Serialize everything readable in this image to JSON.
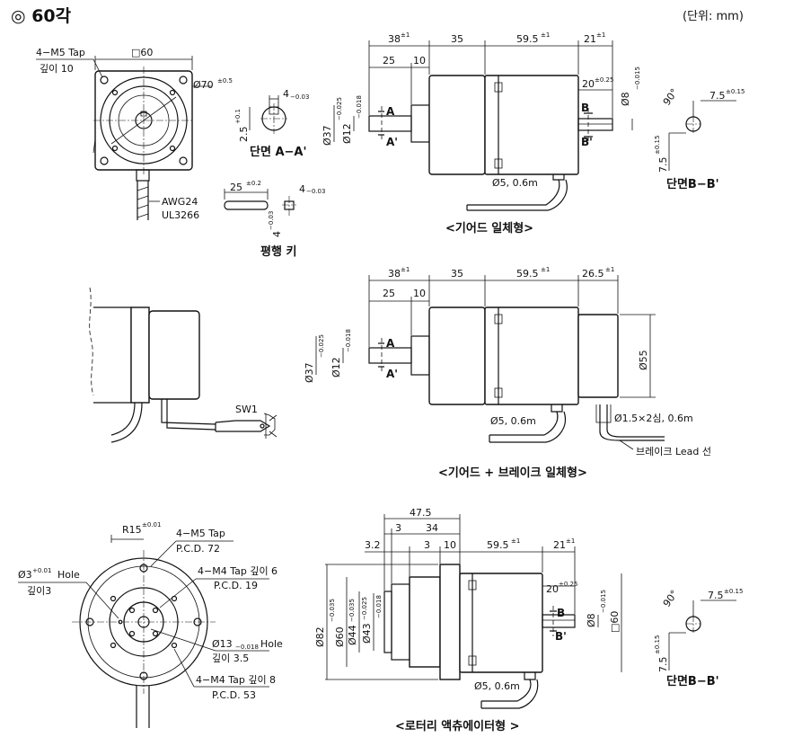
{
  "header": {
    "title": "◎ 60각",
    "unit": "(단위: mm)"
  },
  "geared": {
    "front": {
      "tap": "4−M5 Tap",
      "tap_depth": "깊이 10",
      "square": "□60",
      "pcd": "Ø70",
      "pcd_tol": "±0.5"
    },
    "key_section": {
      "width": "4",
      "width_tol": "−0.03",
      "height": "2.5",
      "height_tol": "+0.1",
      "caption": "단면 A−A'"
    },
    "cable": {
      "awg": "AWG24",
      "ul": "UL3266"
    },
    "parallel_key": {
      "length": "25",
      "length_tol": "±0.2",
      "width": "4",
      "width_tol": "−0.03",
      "height": "4",
      "height_tol": "−0.03",
      "caption": "평행 키"
    },
    "side": {
      "d38": "38",
      "d38_tol": "±1",
      "d35": "35",
      "d59": "59.5",
      "d59_tol": "±1",
      "d21": "21",
      "d21_tol": "±1",
      "d25": "25",
      "d10": "10",
      "d20": "20",
      "d20_tol": "±0.25",
      "d8": "Ø8",
      "d8_tol": "−0.015",
      "d37": "Ø37",
      "d37_tol": "−0.025",
      "d12": "Ø12",
      "d12_tol": "−0.018",
      "mark_a": "A",
      "mark_a2": "A'",
      "mark_b": "B",
      "mark_b2": "B'",
      "cable": "Ø5, 0.6m"
    },
    "section_b": {
      "angle": "90°",
      "d75": "7.5",
      "d75_tol": "±0.15",
      "v75": "7.5",
      "v75_tol": "±0.15",
      "caption": "단면B−B'"
    },
    "caption": "<기어드 일체형>"
  },
  "brake": {
    "switch_label": "SW1",
    "side": {
      "d38": "38",
      "d38_tol": "±1",
      "d35": "35",
      "d59": "59.5",
      "d59_tol": "±1",
      "d26": "26.5",
      "d26_tol": "±1",
      "d25": "25",
      "d10": "10",
      "d37": "Ø37",
      "d37_tol": "−0.025",
      "d12": "Ø12",
      "d12_tol": "−0.018",
      "d55": "Ø55",
      "mark_a": "A",
      "mark_a2": "A'",
      "cable": "Ø5, 0.6m",
      "brake_cable": "Ø1.5×2심, 0.6m",
      "lead": "브레이크 Lead 선"
    },
    "caption": "<기어드 + 브레이크 일체형>"
  },
  "rotary": {
    "front": {
      "r15": "R15",
      "r15_tol": "±0.01",
      "tap1": "4−M5 Tap",
      "pcd1": "P.C.D. 72",
      "tap2": "4−M4 Tap 깊이 6",
      "pcd2": "P.C.D. 19",
      "hole3": "Ø3",
      "hole3_tol": "+0.01",
      "hole3_depth": "깊이3",
      "hole13": "Ø13",
      "hole13_tol": "−0.018",
      "hole13_word": "Hole",
      "hole13_depth": "깊이 3.5",
      "hole3_word": "Hole",
      "tap3": "4−M4 Tap 깊이 8",
      "pcd3": "P.C.D. 53"
    },
    "side": {
      "d47": "47.5",
      "d3a": "3",
      "d34": "34",
      "d32": "3.2",
      "d3b": "3",
      "d10": "10",
      "d59": "59.5",
      "d59_tol": "±1",
      "d21": "21",
      "d21_tol": "±1",
      "d20": "20",
      "d20_tol": "±0.25",
      "d8": "Ø8",
      "d8_tol": "−0.015",
      "d82": "Ø82",
      "d82_tol": "−0.035",
      "d60": "Ø60",
      "d60_tol": "−0.035",
      "d44": "Ø44",
      "d44_tol": "−0.025",
      "d43": "Ø43",
      "d43_tol": "−0.018",
      "sq60": "□60",
      "mark_b": "B",
      "mark_b2": "B'",
      "cable": "Ø5, 0.6m"
    },
    "section_b": {
      "angle": "90°",
      "d75": "7.5",
      "d75_tol": "±0.15",
      "v75": "7.5",
      "v75_tol": "±0.15",
      "caption": "단면B−B'"
    },
    "caption": "<로터리 액츄에이터형 >"
  }
}
